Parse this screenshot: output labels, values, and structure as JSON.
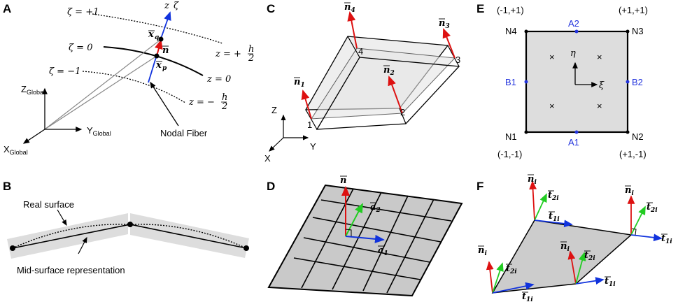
{
  "panels": {
    "A": {
      "letter": "A",
      "zeta_plus": "ζ = +1",
      "zeta_zero": "ζ = 0",
      "zeta_minus": "ζ = −1",
      "z_plus": "z = +",
      "z_zero": "z = 0",
      "z_minus": "z = −",
      "h": "h",
      "two": "2",
      "z_axis": "z",
      "zeta_axis": "ζ",
      "xq": "x",
      "xq_sub": "q",
      "n": "n",
      "xp": "x",
      "xp_sub": "p",
      "Z": "Z",
      "Y": "Y",
      "X": "X",
      "global": "Global",
      "nodal_fiber": "Nodal Fiber"
    },
    "B": {
      "letter": "B",
      "real_surface": "Real surface",
      "mid_surface": "Mid-surface representation"
    },
    "C": {
      "letter": "C",
      "n": "n",
      "n1": "1",
      "n2": "2",
      "n3": "3",
      "n4": "4",
      "c1": "1",
      "c2": "2",
      "c3": "3",
      "c4": "4",
      "Z": "Z",
      "Y": "Y",
      "X": "X"
    },
    "D": {
      "letter": "D",
      "n": "n",
      "a": "a",
      "a1": "1",
      "a2": "2"
    },
    "E": {
      "letter": "E",
      "N1": "N1",
      "N2": "N2",
      "N3": "N3",
      "N4": "N4",
      "c1": "(-1,-1)",
      "c2": "(+1,-1)",
      "c3": "(+1,+1)",
      "c4": "(-1,+1)",
      "A1": "A1",
      "A2": "A2",
      "B1": "B1",
      "B2": "B2",
      "eta": "η",
      "xi": "ξ",
      "gauss": "×"
    },
    "F": {
      "letter": "F",
      "n": "n",
      "t": "t",
      "i": "i",
      "one_i": "1i",
      "two_i": "2i"
    }
  },
  "colors": {
    "normal": "#dd1111",
    "tangent1": "#1133dd",
    "tangent2": "#22cc22",
    "surface": "#dddddd",
    "node_label": "#2233dd"
  }
}
